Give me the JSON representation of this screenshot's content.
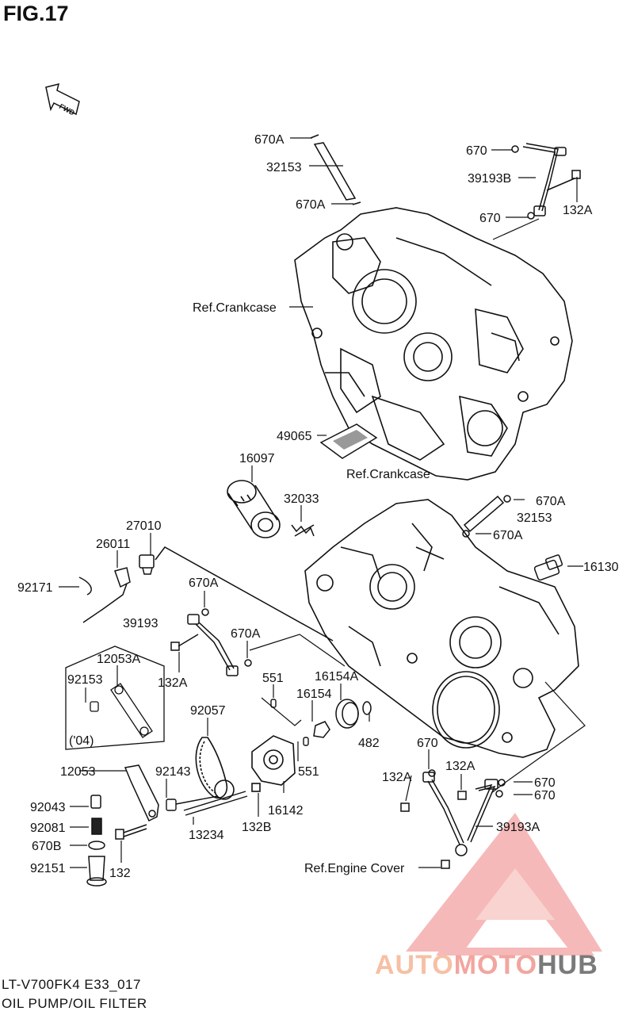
{
  "figure_title": "FIG.17",
  "direction_label": "FWD",
  "labels": {
    "l670A_1": "670A",
    "l32153_1": "32153",
    "l670A_2": "670A",
    "l670_1": "670",
    "l39193B": "39193B",
    "l132A_1": "132A",
    "l670_2": "670",
    "ref_crankcase_1": "Ref.Crankcase",
    "l49065": "49065",
    "l16097": "16097",
    "ref_crankcase_2": "Ref.Crankcase",
    "l32033": "32033",
    "l670A_3": "670A",
    "l32153_2": "32153",
    "l670A_4": "670A",
    "l27010": "27010",
    "l26011": "26011",
    "l92171": "92171",
    "l16130": "16130",
    "l670A_5": "670A",
    "l39193": "39193",
    "l670A_6": "670A",
    "l132A_2": "132A",
    "l12053A": "12053A",
    "l92153": "92153",
    "l04": "('04)",
    "l551_1": "551",
    "l16154A": "16154A",
    "l16154": "16154",
    "l92057": "92057",
    "l482": "482",
    "l670_3": "670",
    "l12053": "12053",
    "l92143": "92143",
    "l551_2": "551",
    "l132A_3": "132A",
    "l132A_4": "132A",
    "l670_4": "670",
    "l670_5": "670",
    "l92043": "92043",
    "l16142": "16142",
    "l92081": "92081",
    "l13234": "13234",
    "l132B": "132B",
    "l39193A": "39193A",
    "l670B": "670B",
    "l92151": "92151",
    "l132": "132",
    "ref_engine_cover": "Ref.Engine Cover"
  },
  "footer": {
    "model_code": "LT-V700FK4 E33_017",
    "section_title": "OIL PUMP/OIL FILTER"
  },
  "watermark": {
    "part1": "AUTO",
    "part2": "MOTO",
    "part3": "HUB"
  },
  "colors": {
    "ink": "#111111",
    "watermark_red": "#f08080",
    "watermark_orange": "#f6c0a4",
    "watermark_gray": "#7a7a7a"
  }
}
